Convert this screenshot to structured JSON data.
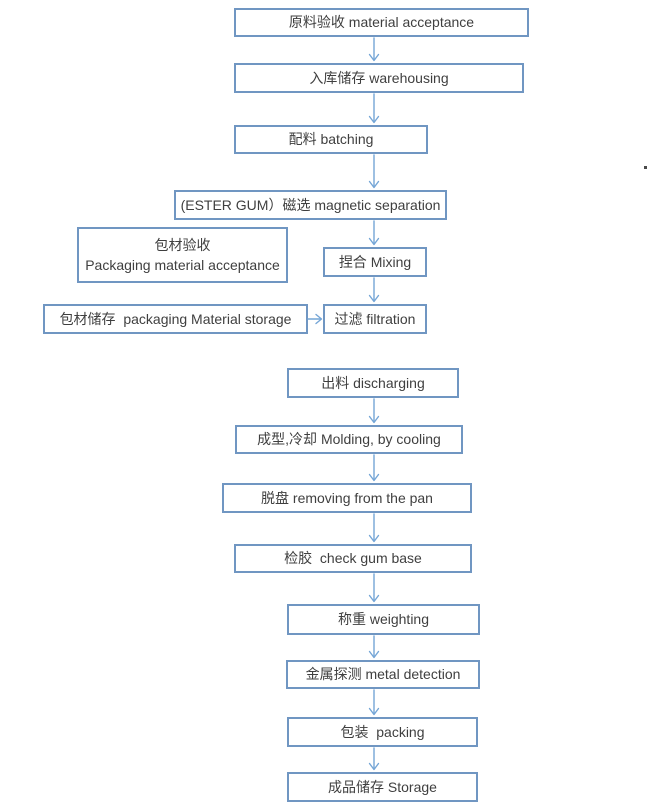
{
  "colors": {
    "box_border": "#7096c2",
    "arrow": "#74a5d6",
    "text": "#3f3f3f",
    "background": "#ffffff"
  },
  "flowchart": {
    "nodes": [
      {
        "id": "material-acceptance",
        "label": "原料验收 material acceptance"
      },
      {
        "id": "warehousing",
        "label": "入库储存 warehousing"
      },
      {
        "id": "batching",
        "label": "配料 batching"
      },
      {
        "id": "magnetic-separation",
        "label": "(ESTER GUM）磁选 magnetic separation"
      },
      {
        "id": "packaging-material-acceptance",
        "label_zh": "包材验收",
        "label_en": "Packaging material acceptance"
      },
      {
        "id": "mixing",
        "label": "捏合 Mixing"
      },
      {
        "id": "packaging-material-storage",
        "label": "包材储存  packaging Material storage"
      },
      {
        "id": "filtration",
        "label": "过滤 filtration"
      },
      {
        "id": "discharging",
        "label": "出料 discharging"
      },
      {
        "id": "molding-cooling",
        "label": "成型,冷却 Molding, by cooling"
      },
      {
        "id": "removing-from-pan",
        "label": "脱盘 removing from the pan"
      },
      {
        "id": "check-gum-base",
        "label": "检胶  check gum base"
      },
      {
        "id": "weighting",
        "label": "称重 weighting"
      },
      {
        "id": "metal-detection",
        "label": "金属探测 metal detection"
      },
      {
        "id": "packing",
        "label": "包装  packing"
      },
      {
        "id": "storage",
        "label": "成品储存 Storage"
      }
    ]
  }
}
